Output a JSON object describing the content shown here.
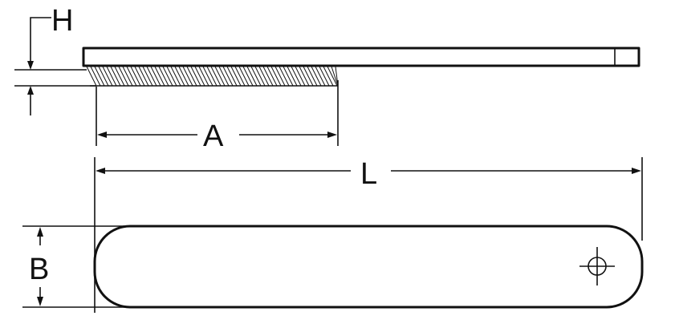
{
  "diagram": {
    "labels": {
      "height": "H",
      "length_a": "A",
      "length_total": "L",
      "width": "B"
    }
  },
  "colors": {
    "line": "#111111",
    "background": "#ffffff"
  }
}
